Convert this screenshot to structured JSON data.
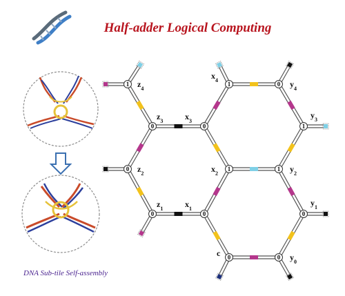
{
  "title": "Half-adder Logical Computing",
  "caption": "DNA Sub-tile Self-assembly",
  "icons": {
    "dna": "dna-helix-icon",
    "arrow": "down-arrow-icon"
  },
  "colors": {
    "title": "#b8141e",
    "caption": "#4b2490",
    "yellow": "#f2c21c",
    "magenta": "#b4378c",
    "cyan": "#7fd0e6",
    "black": "#111111",
    "navy": "#1c2f7a"
  },
  "lattice": {
    "nodes": [
      {
        "id": "z4",
        "value": "1",
        "label": "z",
        "sub": "4"
      },
      {
        "id": "z3",
        "value": "0",
        "label": "z",
        "sub": "3"
      },
      {
        "id": "z2",
        "value": "0",
        "label": "z",
        "sub": "2"
      },
      {
        "id": "z1",
        "value": "0",
        "label": "z",
        "sub": "1"
      },
      {
        "id": "x4",
        "value": "1",
        "label": "x",
        "sub": "4"
      },
      {
        "id": "x3",
        "value": "0",
        "label": "x",
        "sub": "3"
      },
      {
        "id": "x2",
        "value": "1",
        "label": "x",
        "sub": "2"
      },
      {
        "id": "x1",
        "value": "0",
        "label": "x",
        "sub": "1"
      },
      {
        "id": "c",
        "value": "0",
        "label": "c",
        "sub": ""
      },
      {
        "id": "y4",
        "value": "0",
        "label": "y",
        "sub": "4"
      },
      {
        "id": "y3",
        "value": "1",
        "label": "y",
        "sub": "3"
      },
      {
        "id": "y2",
        "value": "1",
        "label": "y",
        "sub": "2"
      },
      {
        "id": "y1",
        "value": "0",
        "label": "y",
        "sub": "1"
      },
      {
        "id": "y0",
        "value": "0",
        "label": "y",
        "sub": "0"
      }
    ]
  }
}
